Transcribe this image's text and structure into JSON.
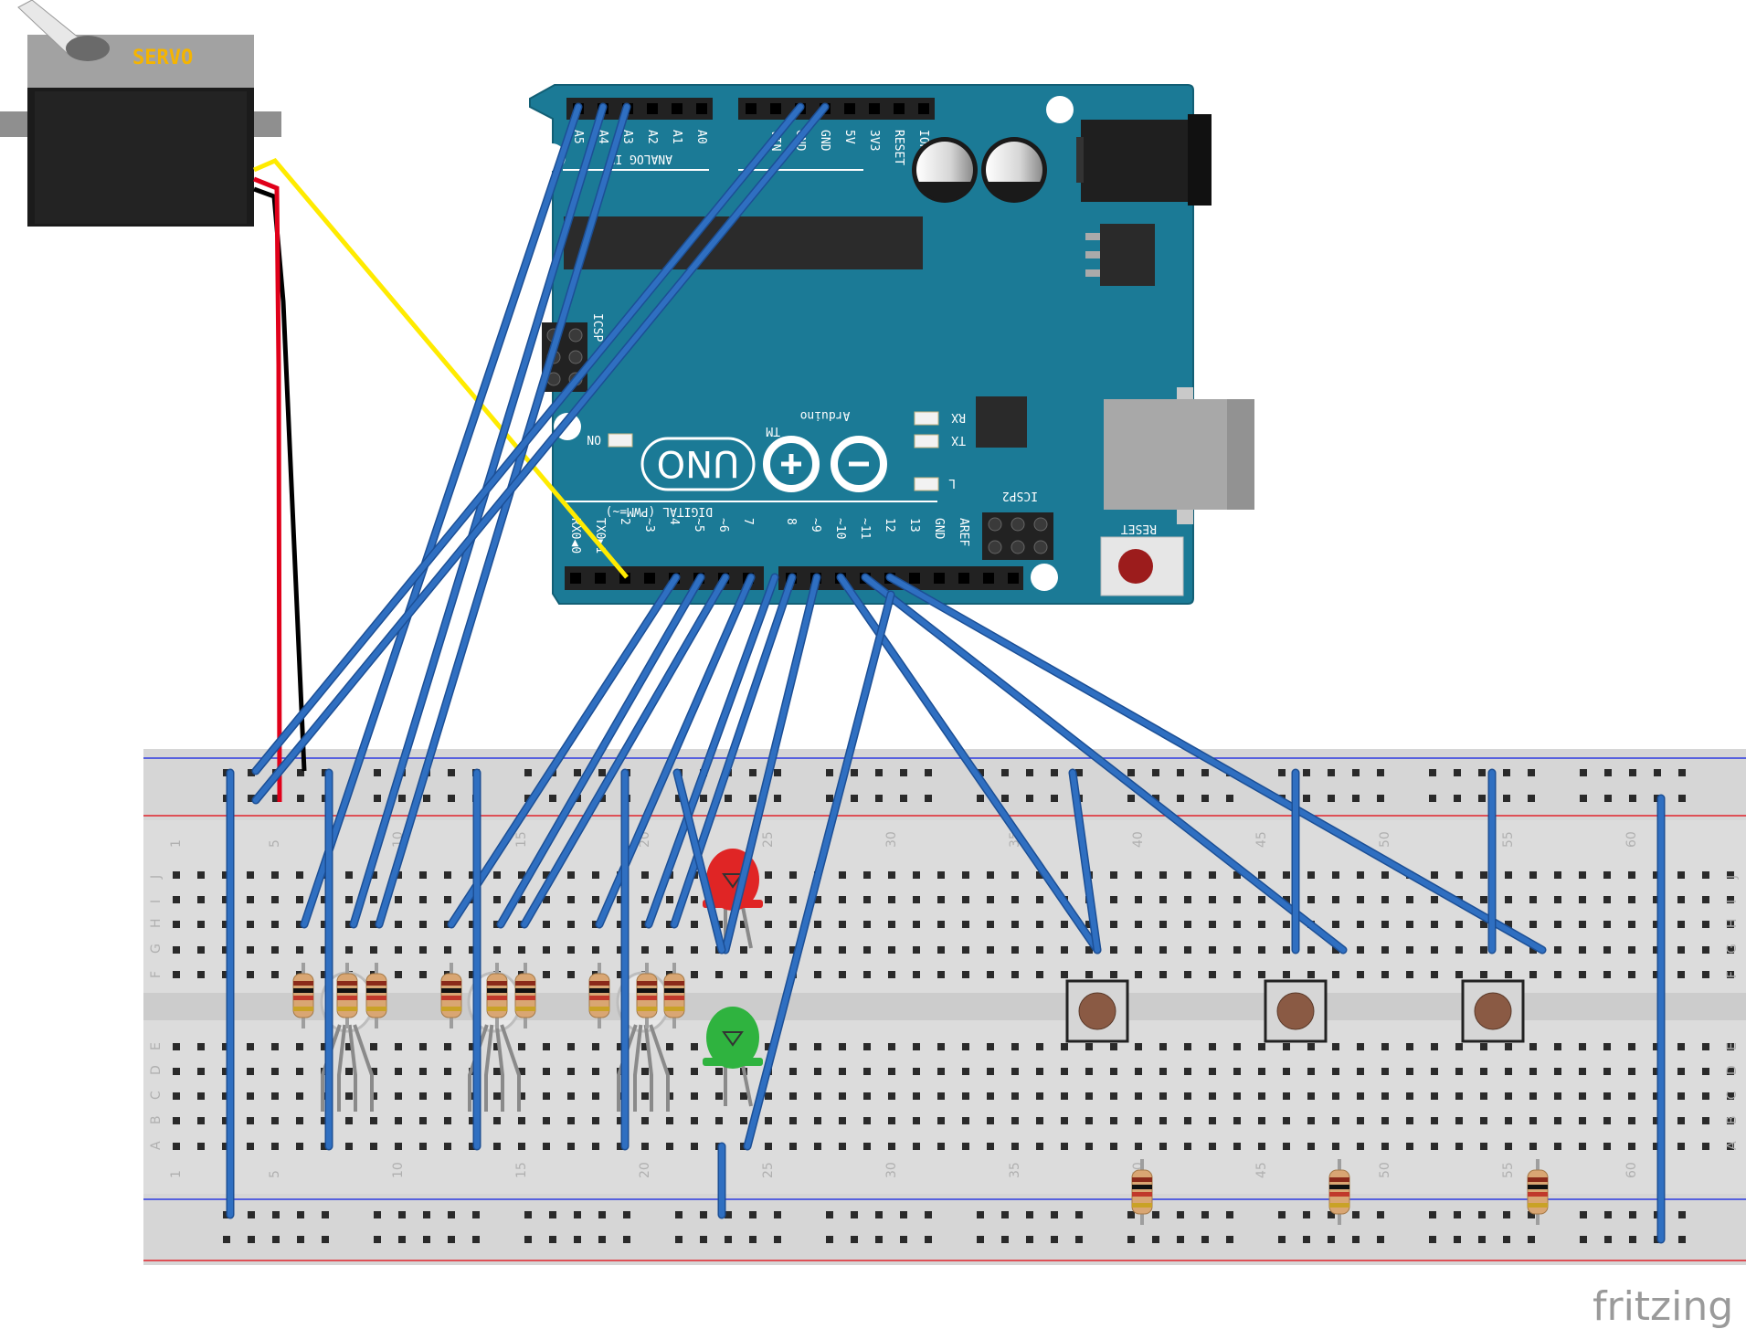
{
  "servo": {
    "label": "SERVO"
  },
  "arduino": {
    "logo_text": "UNO",
    "brand_text": "Arduino",
    "tm": "TM",
    "analog_header": "ANALOG IN",
    "digital_header": "DIGITAL (PWM=~)",
    "analog_pins": [
      "A5",
      "A4",
      "A3",
      "A2",
      "A1",
      "A0"
    ],
    "power_pins": [
      "VIN",
      "GND",
      "GND",
      "5V",
      "3V3",
      "RESET",
      "IOREF"
    ],
    "digital_pins_low": [
      "RX0◀0",
      "TX0▶1",
      "2",
      "~3",
      "4",
      "~5",
      "~6",
      "7"
    ],
    "digital_pins_high": [
      "8",
      "~9",
      "~10",
      "~11",
      "12",
      "13",
      "GND",
      "AREF"
    ],
    "leds": [
      "RX",
      "TX",
      "L",
      "ON"
    ],
    "icsp": "ICSP",
    "icsp2": "ICSP2",
    "reset": "RESET"
  },
  "breadboard": {
    "column_numbers": [
      "1",
      "5",
      "10",
      "15",
      "20",
      "25",
      "30",
      "35",
      "40",
      "45",
      "50",
      "55",
      "60"
    ],
    "row_letters_top": [
      "J",
      "I",
      "H",
      "G",
      "F"
    ],
    "row_letters_bottom": [
      "E",
      "D",
      "C",
      "B",
      "A"
    ]
  },
  "watermark": "fritzing",
  "colors": {
    "wire": "#2f6fc1",
    "wire_edge": "#1c4f95",
    "board": "#1b7a96",
    "servo_signal": "#ffeb00",
    "servo_power": "#e0001a",
    "servo_ground": "#000000",
    "led_red": "#e02525",
    "led_green": "#2fb33f"
  }
}
